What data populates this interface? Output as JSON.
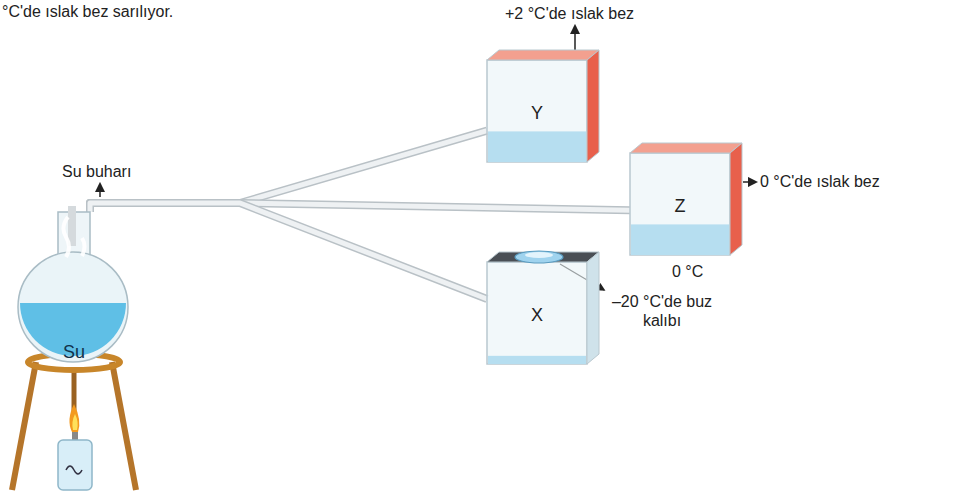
{
  "diagram": {
    "nodes": [
      {
        "text": [
          "Y"
        ]
      },
      {
        "text": [
          "Z"
        ]
      },
      {
        "text": [
          "X"
        ]
      },
      {
        "text": [
          "Su"
        ]
      }
    ],
    "edges": [
      {
        "from": 3,
        "to": 0,
        "arrow": "none"
      },
      {
        "from": 3,
        "to": 1,
        "arrow": "none"
      },
      {
        "from": 3,
        "to": 2,
        "arrow": "none"
      }
    ],
    "labels": [
      "°C'de ıslak bez sarılıyor.",
      "+2 °C'de ıslak bez",
      "Su buharı",
      "0 °C'de ıslak bez",
      "0 °C",
      "–20 °C'de buz kalıbı"
    ]
  }
}
